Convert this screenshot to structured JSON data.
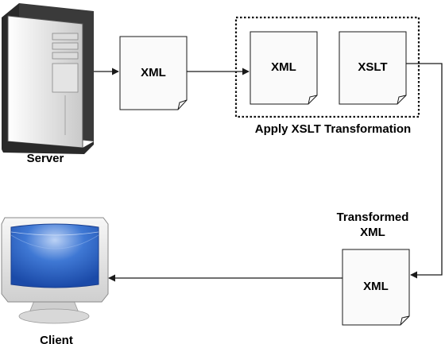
{
  "server": {
    "label": "Server",
    "icon": "server-tower-icon"
  },
  "client": {
    "label": "Client",
    "icon": "monitor-icon"
  },
  "docs": {
    "xml_source": "XML",
    "xml_transform_input": "XML",
    "xslt": "XSLT",
    "xml_output": "XML"
  },
  "transform_group": {
    "label": "Apply XSLT Transformation"
  },
  "transformed_caption": {
    "line1": "Transformed",
    "line2": "XML"
  },
  "colors": {
    "doc_fill": "#fafafa",
    "stroke": "#1a1a1a",
    "screen_blue": "#2a63c6",
    "monitor_body": "#e6e6e6",
    "server_dark": "#3a3a3a"
  }
}
